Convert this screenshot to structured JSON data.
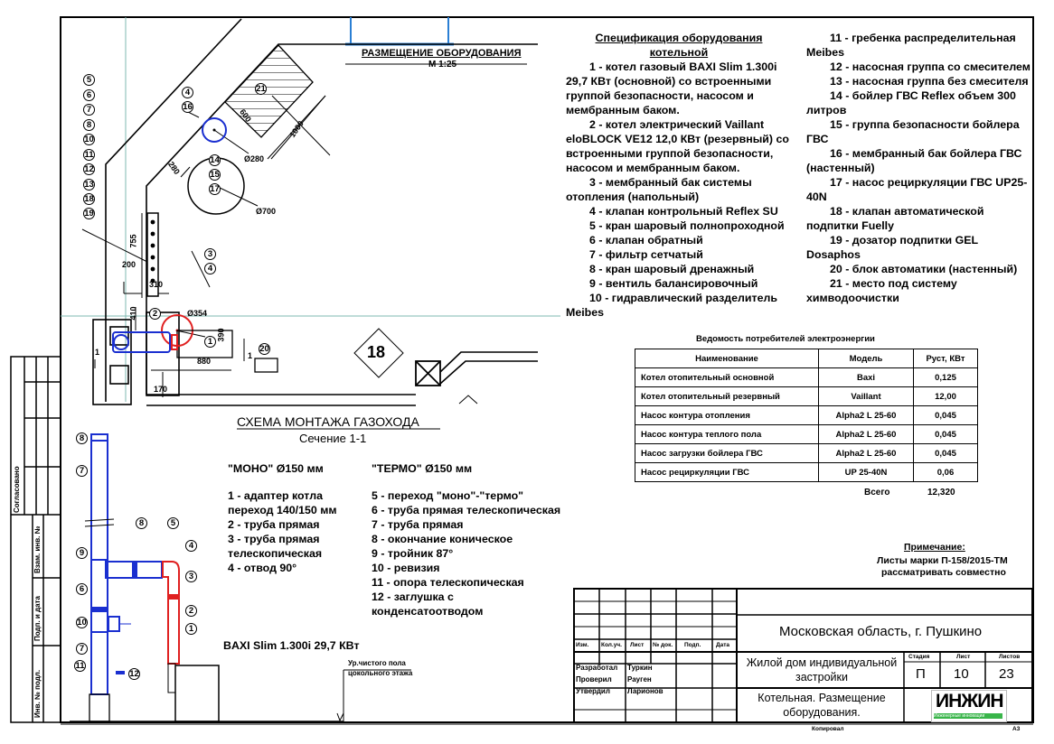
{
  "plan": {
    "title": "РАЗМЕЩЕНИЕ ОБОРУДОВАНИЯ",
    "scale": "М 1:25",
    "room_number": "18",
    "callouts": [
      "5",
      "6",
      "7",
      "8",
      "10",
      "11",
      "12",
      "13",
      "18",
      "19",
      "4",
      "16",
      "21",
      "14",
      "15",
      "17",
      "3",
      "4",
      "2",
      "1",
      "20"
    ],
    "dims": [
      "600",
      "1000",
      "Ø280",
      "280",
      "Ø700",
      "755",
      "200",
      "310",
      "410",
      "Ø354",
      "390",
      "880",
      "170",
      "1",
      "1"
    ]
  },
  "flue": {
    "title": "СХЕМА МОНТАЖА ГАЗОХОДА",
    "section": "Сечение 1-1",
    "mono_header": "\"МОНО\" Ø150 мм",
    "termo_header": "\"ТЕРМО\" Ø150 мм",
    "mono_items": [
      "1 - адаптер котла",
      "переход 140/150 мм",
      "2 - труба прямая",
      "3 - труба прямая",
      "телескопическая",
      "4 - отвод 90°"
    ],
    "termo_items": [
      "5 - переход \"моно\"-\"термо\"",
      "6 - труба прямая телескопическая",
      "7 - труба прямая",
      "8 - окончание коническое",
      "9 - тройник 87°",
      "10 - ревизия",
      "11 - опора телескопическая",
      "12 - заглушка с",
      "конденсатоотводом"
    ],
    "boiler_label": "BAXI Slim 1.300i 29,7 КВт",
    "floor_label_1": "Ур.чистого пола",
    "floor_label_2": "цокольного этажа",
    "callouts": [
      "8",
      "7",
      "8",
      "5",
      "4",
      "9",
      "3",
      "6",
      "2",
      "10",
      "1",
      "7",
      "11",
      "12"
    ]
  },
  "spec": {
    "title": "Спецификация оборудования котельной",
    "items_left": [
      "1 - котел газовый BAXI Slim 1.300i 29,7 КВт (основной) со встроенными группой безопасности, насосом и мембранным баком.",
      "2 - котел электрический Vaillant eloBLOCK VE12  12,0 КВт (резервный) со встроенными группой безопасности, насосом и мембранным баком.",
      "3 - мембранный бак системы отопления (напольный)",
      "4 - клапан контрольный Reflex SU",
      "5 - кран шаровый полнопроходной",
      "6 - клапан обратный",
      "7 - фильтр сетчатый",
      "8 - кран шаровый дренажный",
      "9 - вентиль балансировочный",
      "10 - гидравлический разделитель Meibes"
    ],
    "items_right": [
      "11 - гребенка распределительная Meibes",
      "12 - насосная группа со смесителем",
      "13 - насосная группа без смесителя",
      "14 - бойлер ГВС Reflex объем 300 литров",
      "15 - группа безопасности бойлера ГВС",
      "16 - мембранный бак бойлера ГВС (настенный)",
      "17 - насос рециркуляции ГВС UP25-40N",
      "18 - клапан автоматической подпитки Fuelly",
      "19 - дозатор подпитки GEL Dosaphos",
      "20 - блок автоматики (настенный)",
      "21 - место под систему химводоочистки"
    ]
  },
  "power_table": {
    "title": "Ведомость потребителей электроэнергии",
    "headers": [
      "Наименование",
      "Модель",
      "Руст, КВт"
    ],
    "rows": [
      [
        "Котел отопительный основной",
        "Baxi",
        "0,125"
      ],
      [
        "Котел отопительный резервный",
        "Vaillant",
        "12,00"
      ],
      [
        "Насос контура отопления",
        "Alpha2 L 25-60",
        "0,045"
      ],
      [
        "Насос контура теплого пола",
        "Alpha2 L 25-60",
        "0,045"
      ],
      [
        "Насос загрузки бойлера ГВС",
        "Alpha2 L 25-60",
        "0,045"
      ],
      [
        "Насос рециркуляции ГВС",
        "UP 25-40N",
        "0,06"
      ]
    ],
    "total_label": "Всего",
    "total_value": "12,320"
  },
  "note": {
    "title": "Примечание:",
    "line1": "Листы марки П-158/2015-ТМ",
    "line2": "рассматривать совместно"
  },
  "title_block": {
    "rev_headers": [
      "Изм.",
      "Кол.уч.",
      "Лист",
      "№ док.",
      "Подп.",
      "Дата"
    ],
    "roles": [
      {
        "role": "Разработал",
        "name": "Туркин"
      },
      {
        "role": "Проверил",
        "name": "Рауген"
      },
      {
        "role": "Утвердил",
        "name": "Ларионов"
      }
    ],
    "location": "Московская область, г. Пушкино",
    "project": "Жилой дом индивидуальной застройки",
    "sheet_title": "Котельная. Размещение оборудования.",
    "stage_label": "Стадия",
    "sheet_label": "Лист",
    "sheets_label": "Листов",
    "stage": "П",
    "sheet": "10",
    "sheets": "23",
    "logo": "ИНЖИН",
    "logo_sub": "Инженерные инновации",
    "copied": "Копировал",
    "format": "А3"
  },
  "side_stamp": {
    "agreed": "Согласовано",
    "inv_replace": "Взам. инв. №",
    "sign_date": "Подп. и дата",
    "inv_orig": "Инв. № подл."
  },
  "colors": {
    "red": "#e02020",
    "blue": "#1a2fd0",
    "teal": "#7fb8b0",
    "window": "#2a7fd4",
    "logo_green": "#39b54a"
  }
}
